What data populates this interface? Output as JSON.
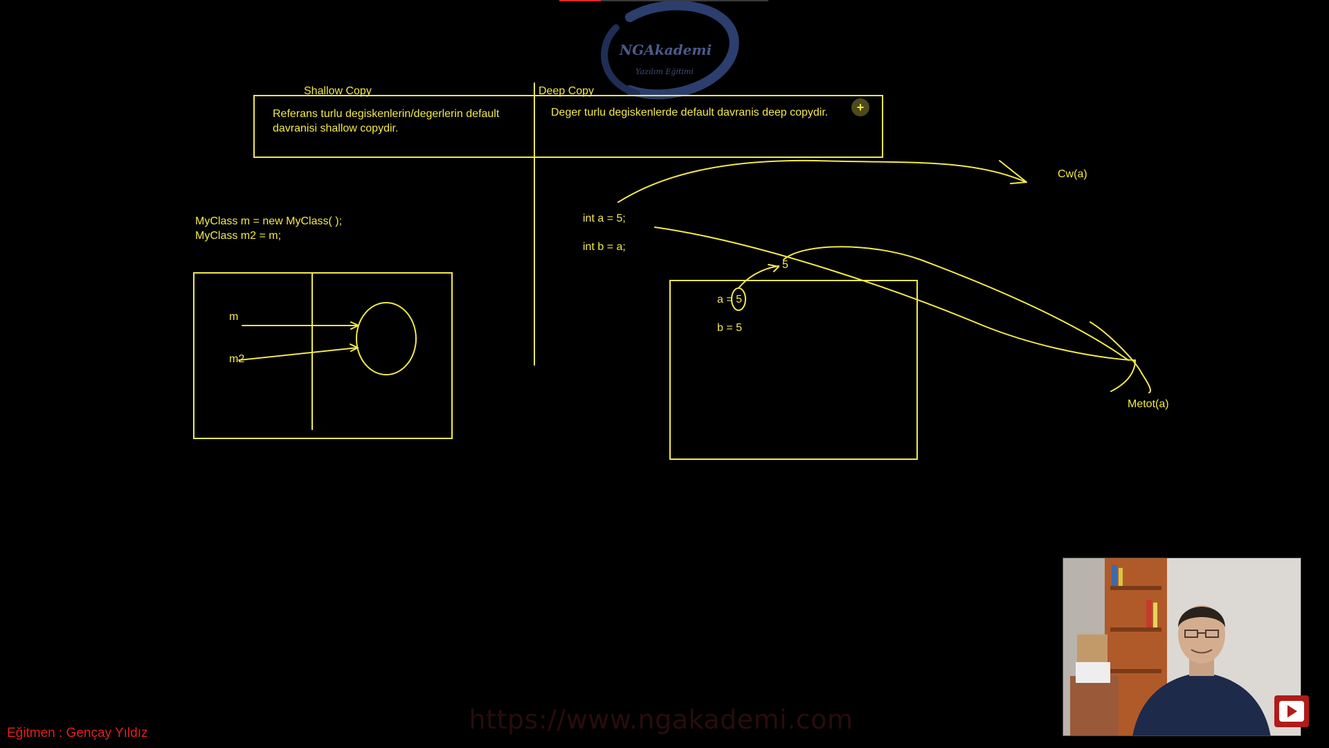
{
  "logo": {
    "name": "NGAkademi",
    "tagline": "Yazılım Eğitimi"
  },
  "comparison": {
    "shallow_heading": "Shallow Copy",
    "deep_heading": "Deep Copy",
    "shallow_description": "Referans turlu degiskenlerin/degerlerin default davranisi shallow copydir.",
    "deep_description": "Deger turlu degiskenlerde default davranis deep copydir."
  },
  "add_button": {
    "icon": "plus-icon",
    "label": "+"
  },
  "code": {
    "shallow_line1": "MyClass m = new MyClass( );",
    "shallow_line2": "MyClass m2 = m;",
    "deep_line1": "int a = 5;",
    "deep_line2": "int b = a;"
  },
  "ref_diagram": {
    "label_m": "m",
    "label_m2": "m2"
  },
  "value_diagram": {
    "a_value": "a = 5",
    "b_value": "b = 5",
    "copied_value": "5"
  },
  "annotations": {
    "cw": "Cw(a)",
    "metot": "Metot(a)"
  },
  "footer": {
    "watermark_url": "https://www.ngakademi.com",
    "instructor": "Eğitmen : Gençay Yıldız"
  },
  "webcam": {
    "play_icon": "play-icon"
  },
  "colors": {
    "chalk": "#f2ea4a",
    "background": "#000000",
    "accent_red": "#e02020",
    "logo_blue": "#2c3e6e"
  }
}
